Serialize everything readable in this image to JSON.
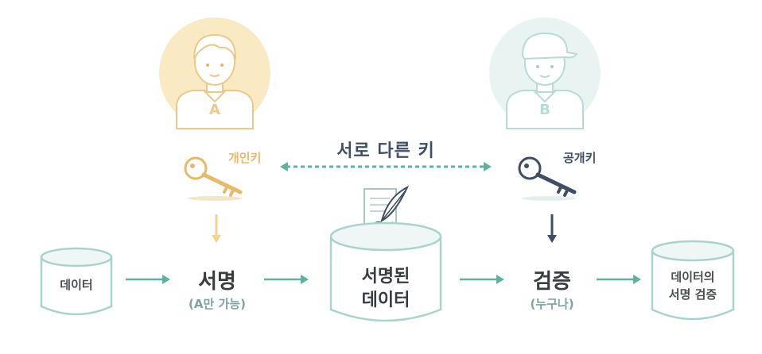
{
  "person_a": {
    "badge": "A"
  },
  "person_b": {
    "badge": "B"
  },
  "keys": {
    "private_label": "개인키",
    "public_label": "공개키",
    "relation_label": "서로 다른 키"
  },
  "flow": {
    "data": "데이터",
    "sign": {
      "title": "서명",
      "sub": "(A만 가능)"
    },
    "signed_data": [
      "서명된",
      "데이터"
    ],
    "verify": {
      "title": "검증",
      "sub": "(누구나)"
    },
    "verified_data": [
      "데이터의",
      "서명 검증"
    ]
  },
  "colors": {
    "gold": "#f2d48f",
    "gold_text": "#e9b96a",
    "mint": "#a9d3cc",
    "mint_bg": "#e9f4f2",
    "arrow": "#5fb1a1",
    "text": "#4a4f52",
    "navy": "#3f4e62"
  },
  "icons": {
    "person_a": "person-a-icon",
    "person_b": "person-b-icon",
    "private_key": "key-icon",
    "public_key": "key-icon",
    "document": "signed-document-icon"
  }
}
